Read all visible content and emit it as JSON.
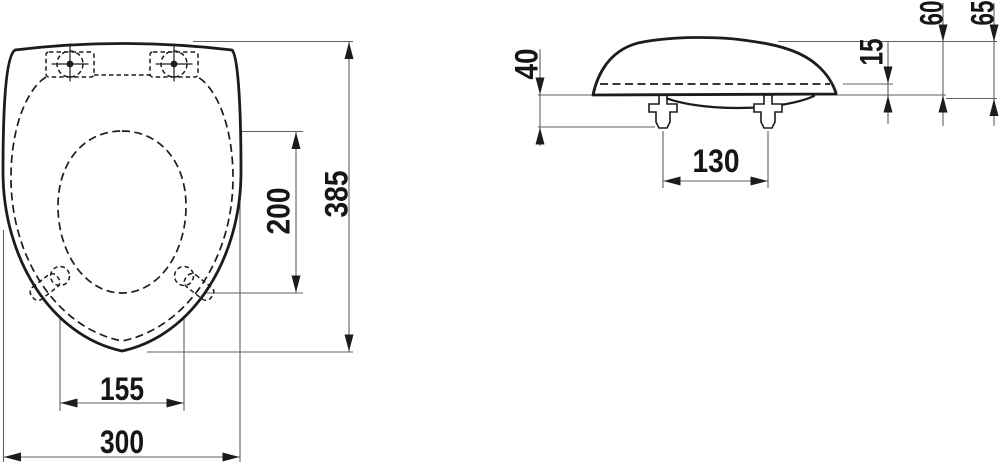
{
  "colors": {
    "background": "#ffffff",
    "line": "#1c1c1c",
    "thin_line": "#606060",
    "text": "#161616"
  },
  "dims": {
    "top_view": {
      "overall_length": "385",
      "cutout_length": "200",
      "bumper_spacing": "155",
      "overall_width": "300"
    },
    "side_view": {
      "fixing_length": "40",
      "hinge_spacing": "130",
      "underside_gap": "15",
      "seat_height": "60",
      "total_height": "65"
    }
  }
}
